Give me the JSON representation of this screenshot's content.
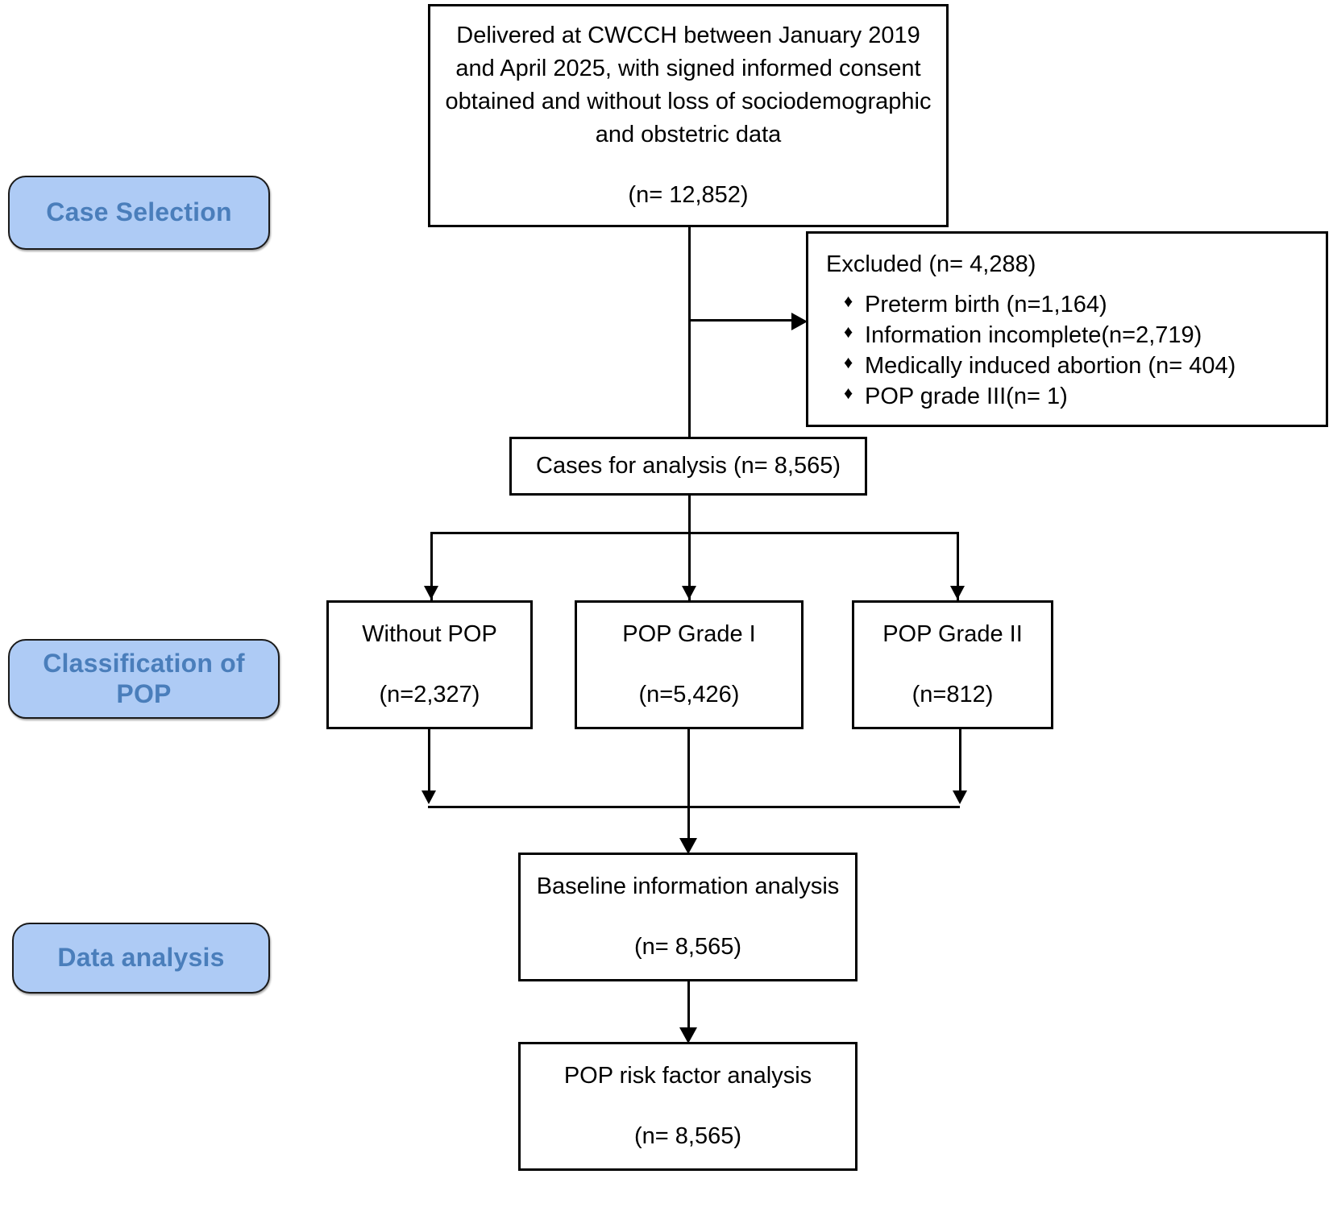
{
  "diagram": {
    "title": "POP study participant flow diagram",
    "colors": {
      "pill_fill": "#aecbf5",
      "pill_text": "#4a7ebb",
      "pill_border": "#1a1a1a",
      "box_border": "#000000",
      "box_fill": "#ffffff",
      "text": "#000000"
    }
  },
  "stages": [
    {
      "id": "case-selection",
      "label": "Case Selection"
    },
    {
      "id": "classification-of-pop",
      "label": "Classification of POP"
    },
    {
      "id": "data-analysis",
      "label": "Data analysis"
    }
  ],
  "boxes": {
    "enrolled": {
      "line1": "Delivered at CWCCH between January 2019",
      "line2": "and April 2025, with signed informed consent",
      "line3": "obtained and without loss of sociodemographic",
      "line4": "and obstetric data",
      "count": "(n= 12,852)"
    },
    "excluded": {
      "title": "Excluded  (n= 4,288)",
      "bullet_glyph": "♦",
      "items": [
        "Preterm birth (n=1,164)",
        "Information incomplete(n=2,719)",
        "Medically induced abortion (n= 404)",
        "POP grade III(n= 1)"
      ]
    },
    "analysis_cases": {
      "label": "Cases for analysis (n= 8,565)"
    },
    "without_pop": {
      "label": "Without POP",
      "count": "(n=2,327)"
    },
    "pop_grade_1": {
      "label": "POP Grade I",
      "count": "(n=5,426)"
    },
    "pop_grade_2": {
      "label": "POP Grade II",
      "count": "(n=812)"
    },
    "baseline": {
      "label": "Baseline information analysis",
      "count": "(n= 8,565)"
    },
    "risk_factor": {
      "label": "POP risk factor analysis",
      "count": "(n= 8,565)"
    }
  }
}
